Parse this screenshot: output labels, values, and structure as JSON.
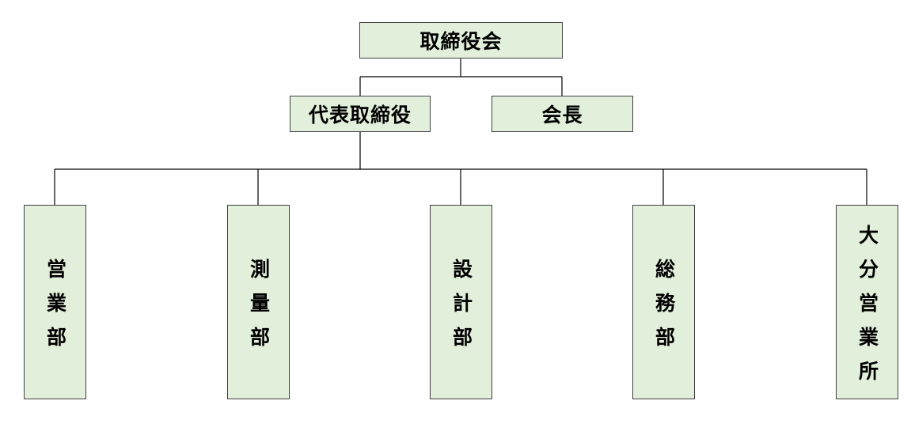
{
  "org_chart": {
    "board": "取締役会",
    "ceo": "代表取締役",
    "chairman": "会長",
    "departments": [
      "営業部",
      "測量部",
      "設計部",
      "総務部",
      "大分営業所"
    ]
  },
  "colors": {
    "box_fill": "#e2efda",
    "box_border": "#404040",
    "connector": "#000000",
    "text": "#000000"
  }
}
